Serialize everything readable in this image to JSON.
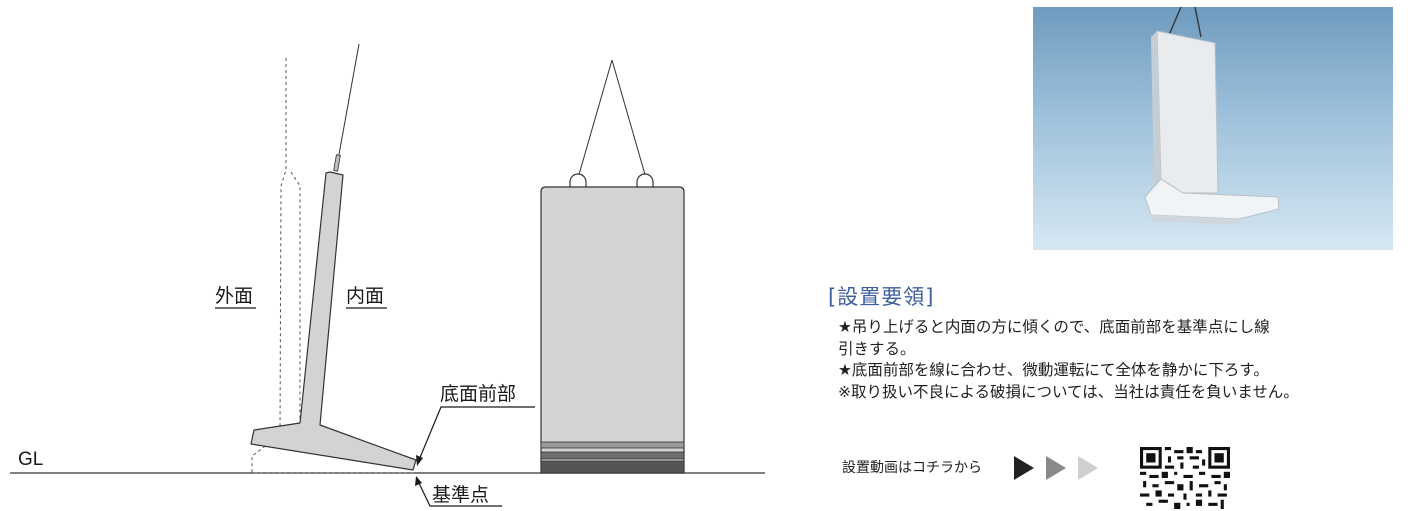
{
  "diagram": {
    "labels": {
      "outer_face": "外面",
      "inner_face": "内面",
      "bottom_front": "底面前部",
      "ground_line": "GL",
      "reference_point": "基準点"
    }
  },
  "photo": {
    "subject": "precast L-shaped retaining wall being lifted by crane"
  },
  "instructions": {
    "title": "[設置要領]",
    "lines": [
      "★吊り上げると内面の方に傾くので、底面前部を基準点にし線",
      "引きする。",
      "★底面前部を線に合わせ、微動運転にて全体を静かに下ろす。",
      "※取り扱い不良による破損については、当社は責任を負いません。"
    ]
  },
  "video_link": {
    "text": "設置動画はコチラから",
    "arrow_colors": [
      "#222222",
      "#8a8a8a",
      "#cfcfcf"
    ],
    "qr_icon": "qr-code-icon"
  }
}
